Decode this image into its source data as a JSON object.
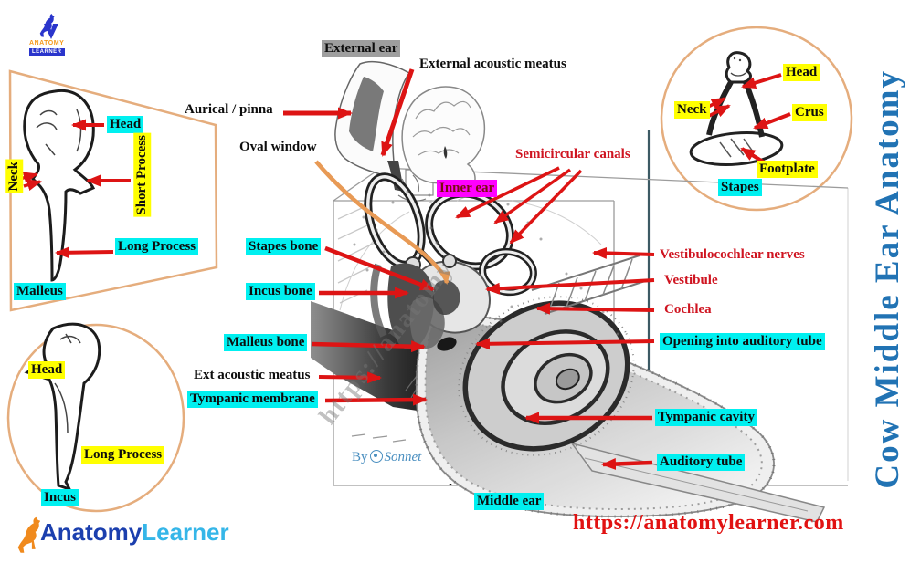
{
  "side_title": "Cow Middle Ear Anatomy",
  "website_url": "https://anatomylearner.com",
  "header_logo": {
    "brand_top": "ANATOMY",
    "brand_bottom": "LEARNER"
  },
  "footer_logo": {
    "word1": "Anatomy",
    "word2": "Learner"
  },
  "watermark": {
    "by": "By",
    "author": "Sonnet",
    "diagonal_url": "https://anatomy"
  },
  "malleus_panel": {
    "caption": "Malleus",
    "labels": {
      "head": "Head",
      "neck": "Neck",
      "short_process": "Short Process",
      "long_process": "Long Process"
    }
  },
  "incus_panel": {
    "caption": "Incus",
    "labels": {
      "head": "Head",
      "long_process": "Long Process"
    }
  },
  "stapes_panel": {
    "caption": "Stapes",
    "labels": {
      "head": "Head",
      "neck": "Neck",
      "crus": "Crus",
      "footplate": "Footplate"
    }
  },
  "diagram_labels": {
    "external_ear": "External ear",
    "external_acoustic_meatus": "External acoustic meatus",
    "aurical_pinna": "Aurical / pinna",
    "oval_window": "Oval window",
    "semicircular_canals": "Semicircular canals",
    "inner_ear": "Inner ear",
    "stapes_bone": "Stapes bone",
    "incus_bone": "Incus bone",
    "malleus_bone": "Malleus bone",
    "ext_acoustic_meatus": "Ext acoustic meatus",
    "tympanic_membrane": "Tympanic membrane",
    "vestibulocochlear_nerves": "Vestibulocochlear nerves",
    "vestibule": "Vestibule",
    "cochlea": "Cochlea",
    "opening_into_auditory_tube": "Opening into auditory tube",
    "tympanic_cavity": "Tympanic cavity",
    "auditory_tube": "Auditory tube",
    "middle_ear": "Middle ear"
  },
  "colors": {
    "highlight_cyan": "#00f0f0",
    "highlight_yellow": "#ffff00",
    "highlight_magenta": "#ff00ff",
    "highlight_gray": "#9e9e9e",
    "arrow_red": "#dd1414",
    "outline_tan": "#e5ad7d",
    "title_blue": "#2173b4",
    "url_red": "#e11212",
    "divider_teal": "#3c5a64"
  }
}
